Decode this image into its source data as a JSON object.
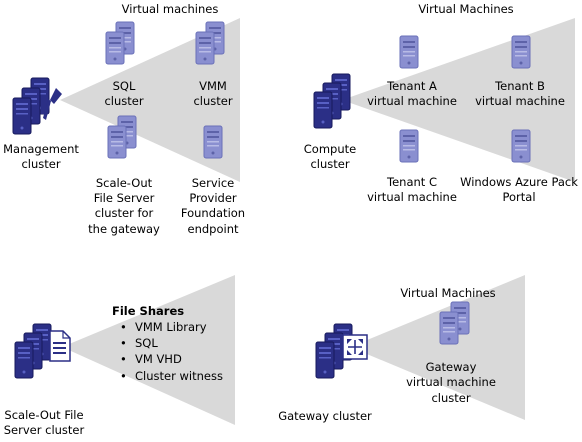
{
  "q1": {
    "header": "Virtual machines",
    "sql": [
      "SQL",
      "cluster"
    ],
    "vmm": [
      "VMM",
      "cluster"
    ],
    "sofs": [
      "Scale-Out",
      "File Server",
      "cluster for",
      "the gateway"
    ],
    "spf": [
      "Service",
      "Provider",
      "Foundation",
      "endpoint"
    ],
    "mgmt": [
      "Management",
      "cluster"
    ]
  },
  "q2": {
    "header": "Virtual Machines",
    "tenant_a": [
      "Tenant A",
      "virtual machine"
    ],
    "tenant_b": [
      "Tenant B",
      "virtual machine"
    ],
    "tenant_c": [
      "Tenant C",
      "virtual machine"
    ],
    "wap": [
      "Windows Azure Pack",
      "Portal"
    ],
    "compute": [
      "Compute",
      "cluster"
    ]
  },
  "q3": {
    "title": "File Shares",
    "items": [
      "VMM Library",
      "SQL",
      "VM VHD",
      "Cluster witness"
    ],
    "cluster": [
      "Scale-Out File",
      "Server cluster"
    ]
  },
  "q4": {
    "header": "Virtual Machines",
    "gateway_vm": [
      "Gateway",
      "virtual machine",
      "cluster"
    ],
    "cluster": "Gateway cluster"
  },
  "colors": {
    "cone": "#d9d9d9",
    "vm_server": "#8a8fd0",
    "vm_server_dark": "#6a70b8",
    "host_server": "#2b2f86",
    "host_server_dark": "#171a5c"
  }
}
